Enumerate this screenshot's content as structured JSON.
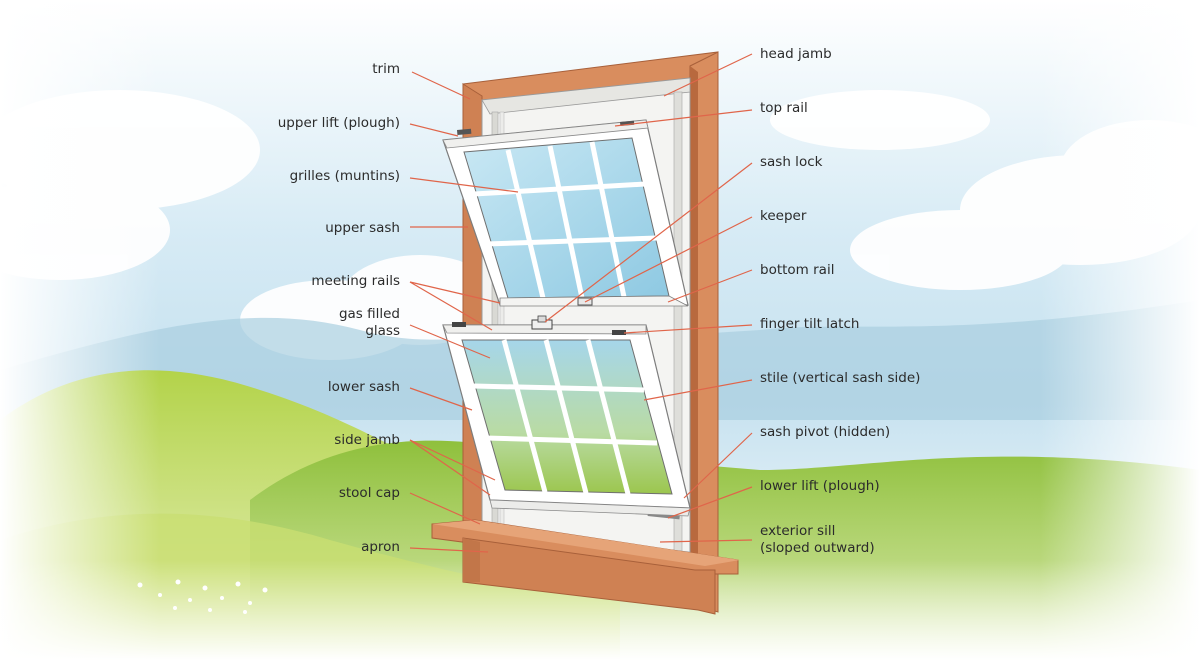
{
  "labels": {
    "trim": "trim",
    "upper_lift": "upper lift (plough)",
    "grilles": "grilles (muntins)",
    "upper_sash": "upper sash",
    "meeting_rails": "meeting rails",
    "gas_filled_glass_line1": "gas filled",
    "gas_filled_glass_line2": "glass",
    "lower_sash": "lower sash",
    "side_jamb": "side jamb",
    "stool_cap": "stool cap",
    "apron": "apron",
    "head_jamb": "head jamb",
    "top_rail": "top rail",
    "sash_lock": "sash lock",
    "keeper": "keeper",
    "bottom_rail": "bottom rail",
    "finger_tilt_latch": "finger tilt latch",
    "stile": "stile (vertical sash side)",
    "sash_pivot": "sash pivot (hidden)",
    "lower_lift": "lower lift (plough)",
    "exterior_sill_line1": "exterior sill",
    "exterior_sill_line2": "(sloped outward)"
  },
  "colors": {
    "leader_line": "#e0654a",
    "wood": "#d98d5e",
    "wood_dark": "#b8693e",
    "sash_frame": "#ffffff",
    "glass": "#a9d7ea",
    "sky": "#cfe6f3",
    "hill_green": "#9cc63c"
  }
}
